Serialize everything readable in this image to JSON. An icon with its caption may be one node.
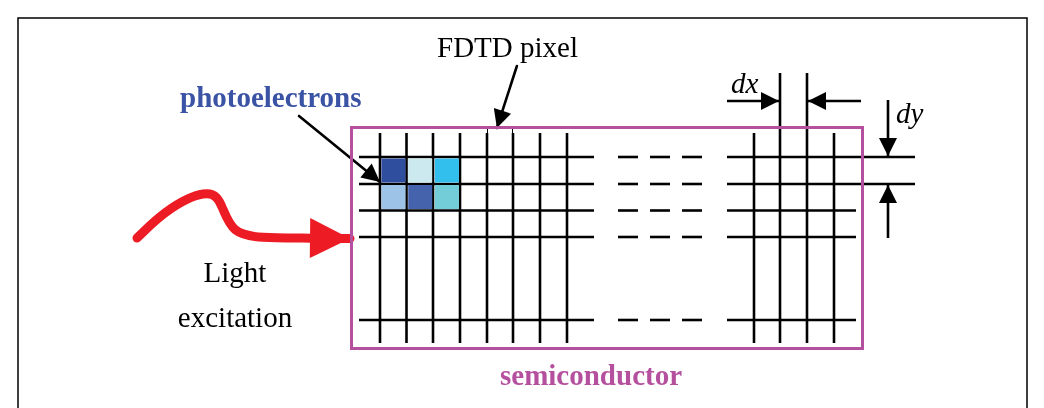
{
  "diagram": {
    "nodes": [
      {
        "text": [
          "semiconductor"
        ]
      },
      {
        "text": [
          "photoelectrons"
        ]
      },
      {
        "text": [],
        "shape": "box",
        "in": 0
      },
      {
        "text": [
          "FDTD pixel"
        ]
      },
      {
        "text": [],
        "shape": "box",
        "in": 0
      }
    ],
    "edges": [
      {
        "from": 1,
        "to": 2,
        "arrow": "to"
      },
      {
        "from": 3,
        "to": 4,
        "arrow": "to"
      },
      {
        "from": null,
        "to": 0,
        "arrow": "to",
        "label": "Light excitation",
        "style": "thick",
        "color": "#ed1c24"
      }
    ],
    "labels": [
      "dx",
      "dy"
    ]
  }
}
